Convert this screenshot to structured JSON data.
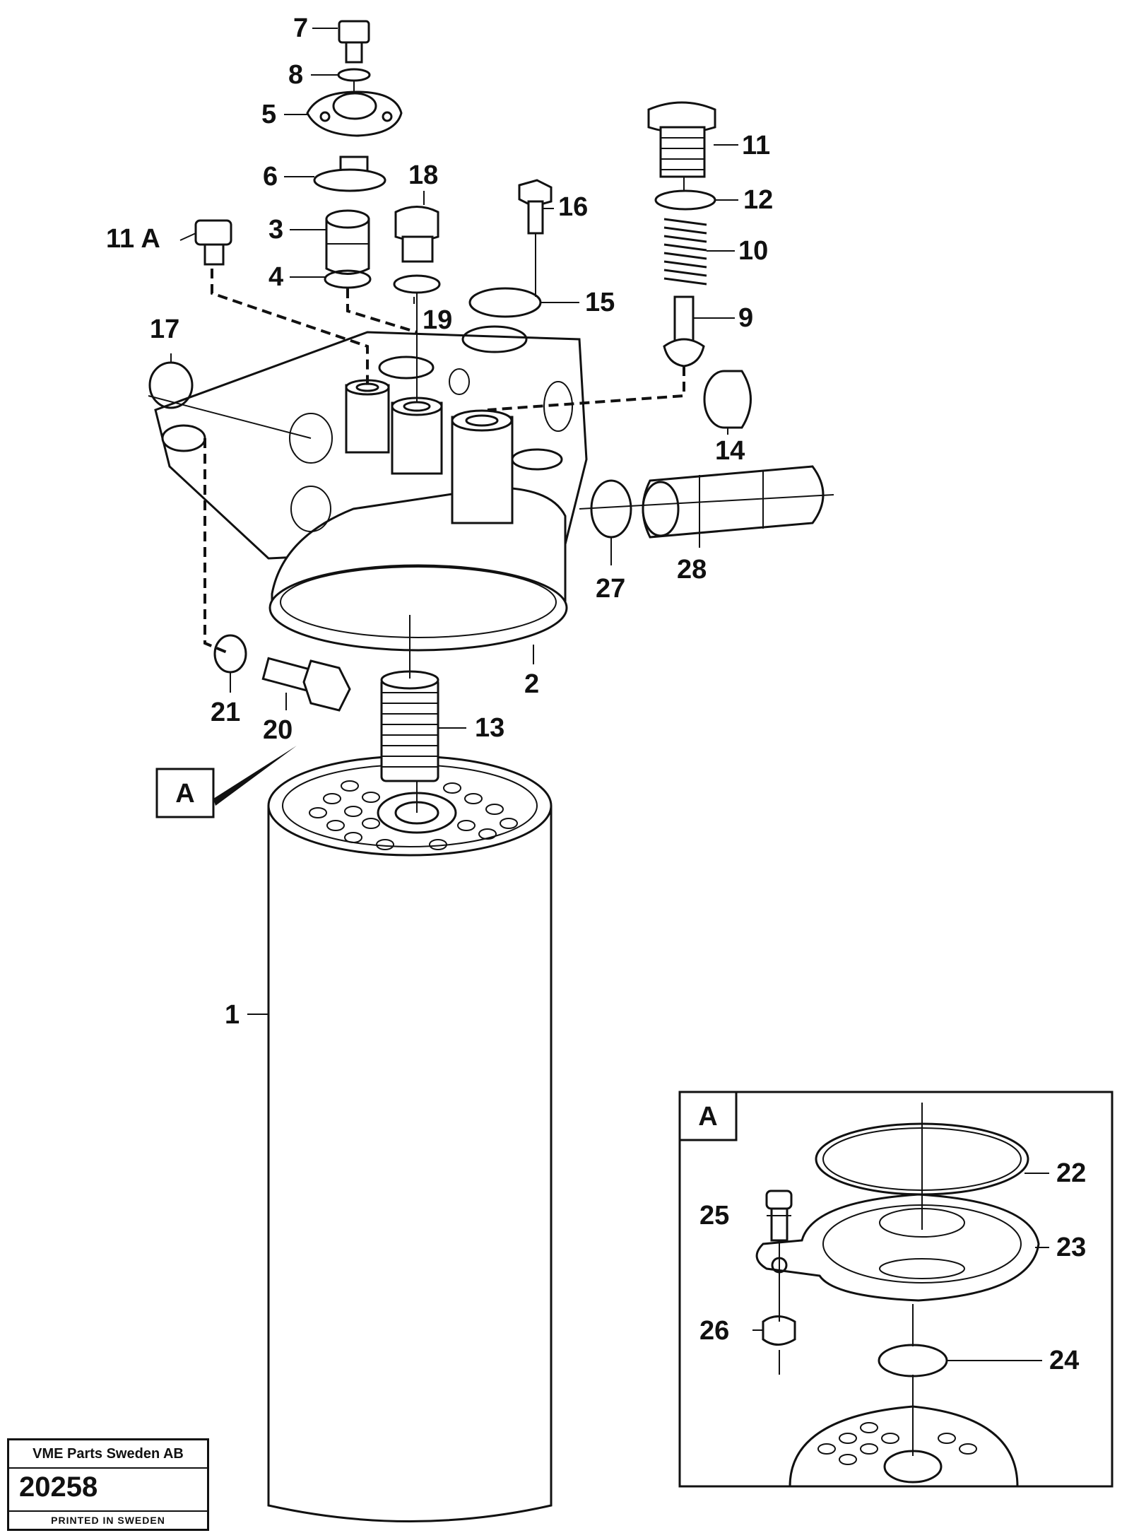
{
  "callouts": {
    "c1": "1",
    "c2": "2",
    "c3": "3",
    "c4": "4",
    "c5": "5",
    "c6": "6",
    "c7": "7",
    "c8": "8",
    "c9": "9",
    "c10": "10",
    "c11": "11",
    "c11a": "11 A",
    "c12": "12",
    "c13": "13",
    "c14": "14",
    "c15": "15",
    "c16": "16",
    "c17": "17",
    "c18": "18",
    "c19": "19",
    "c20": "20",
    "c21": "21",
    "c22": "22",
    "c23": "23",
    "c24": "24",
    "c25": "25",
    "c26": "26",
    "c27": "27",
    "c28": "28"
  },
  "detail_marker": "A",
  "detail_box_label": "A",
  "title_block": {
    "company": "VME Parts Sweden AB",
    "number": "20258",
    "printed": "PRINTED IN SWEDEN"
  }
}
